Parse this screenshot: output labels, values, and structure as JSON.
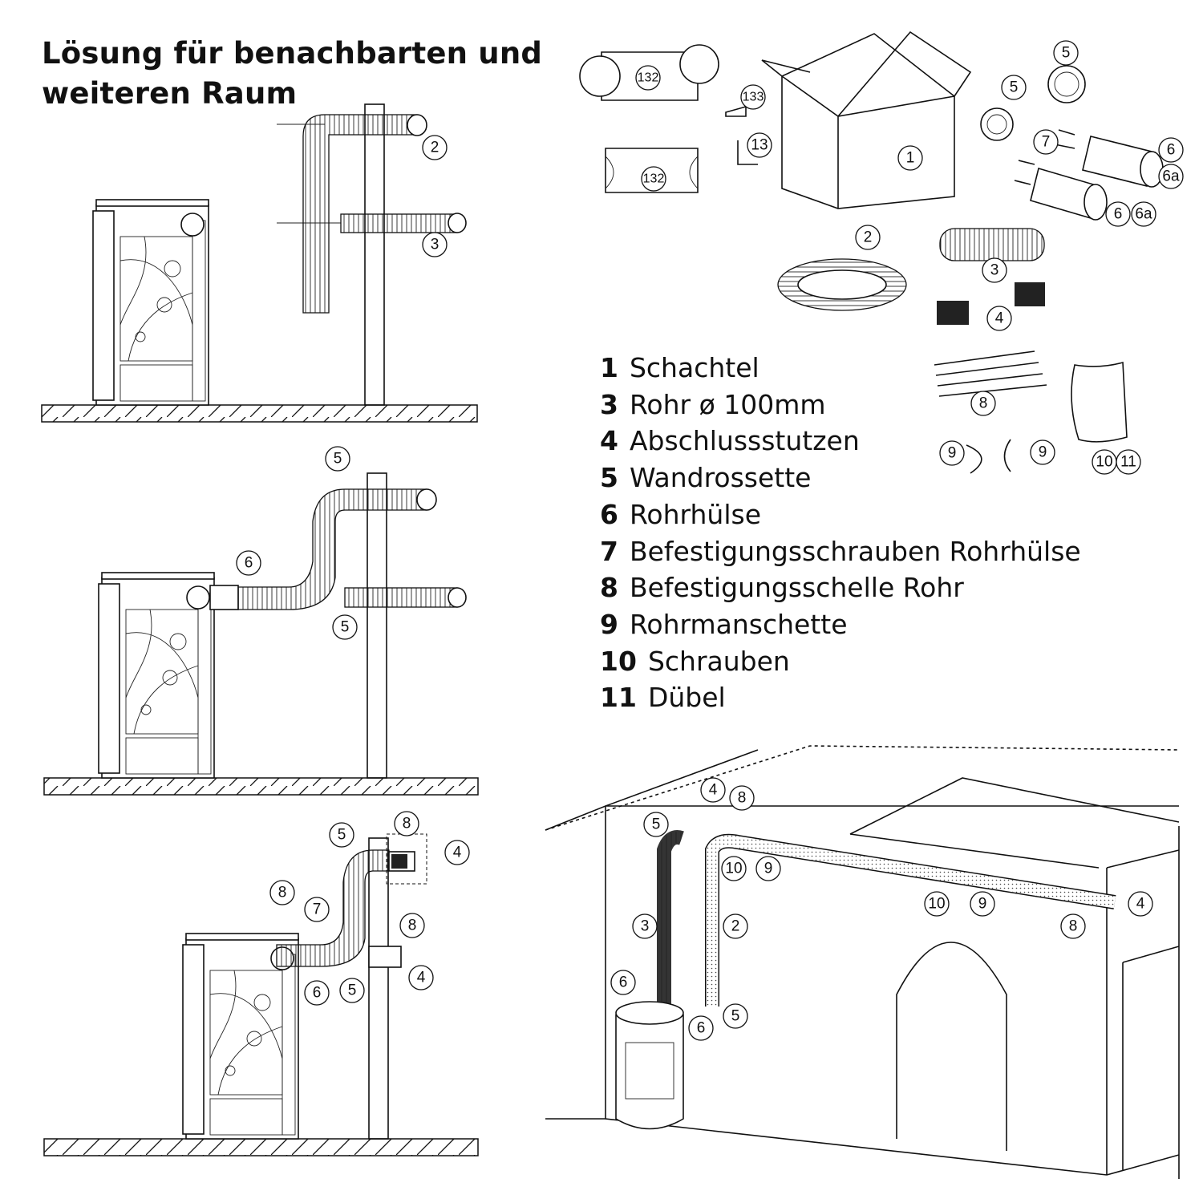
{
  "title": {
    "line1": "Lösung für benachbarten und",
    "line2": "weiteren Raum"
  },
  "legend": [
    {
      "num": "1",
      "label": "Schachtel"
    },
    {
      "num": "3",
      "label": "Rohr ø 100mm"
    },
    {
      "num": "4",
      "label": "Abschlussstutzen"
    },
    {
      "num": "5",
      "label": "Wandrossette"
    },
    {
      "num": "6",
      "label": "Rohrhülse"
    },
    {
      "num": "7",
      "label": "Befestigungsschrauben Rohrhülse"
    },
    {
      "num": "8",
      "label": "Befestigungsschelle Rohr"
    },
    {
      "num": "9",
      "label": "Rohrmanschette"
    },
    {
      "num": "10",
      "label": "Schrauben"
    },
    {
      "num": "11",
      "label": "Dübel"
    }
  ],
  "callouts": {
    "panel1": [
      "2",
      "3"
    ],
    "panel2": [
      "5",
      "6",
      "5"
    ],
    "panel3": [
      "5",
      "8",
      "4",
      "8",
      "7",
      "8",
      "4",
      "6",
      "5"
    ],
    "parts": [
      "132",
      "133",
      "13",
      "132",
      "1",
      "5",
      "5",
      "7",
      "6",
      "6a",
      "6",
      "6a",
      "2",
      "3",
      "4",
      "8",
      "9",
      "9",
      "10",
      "11"
    ],
    "room": [
      "4",
      "8",
      "5",
      "10",
      "9",
      "3",
      "2",
      "10",
      "9",
      "8",
      "4",
      "6",
      "5",
      "6"
    ]
  }
}
